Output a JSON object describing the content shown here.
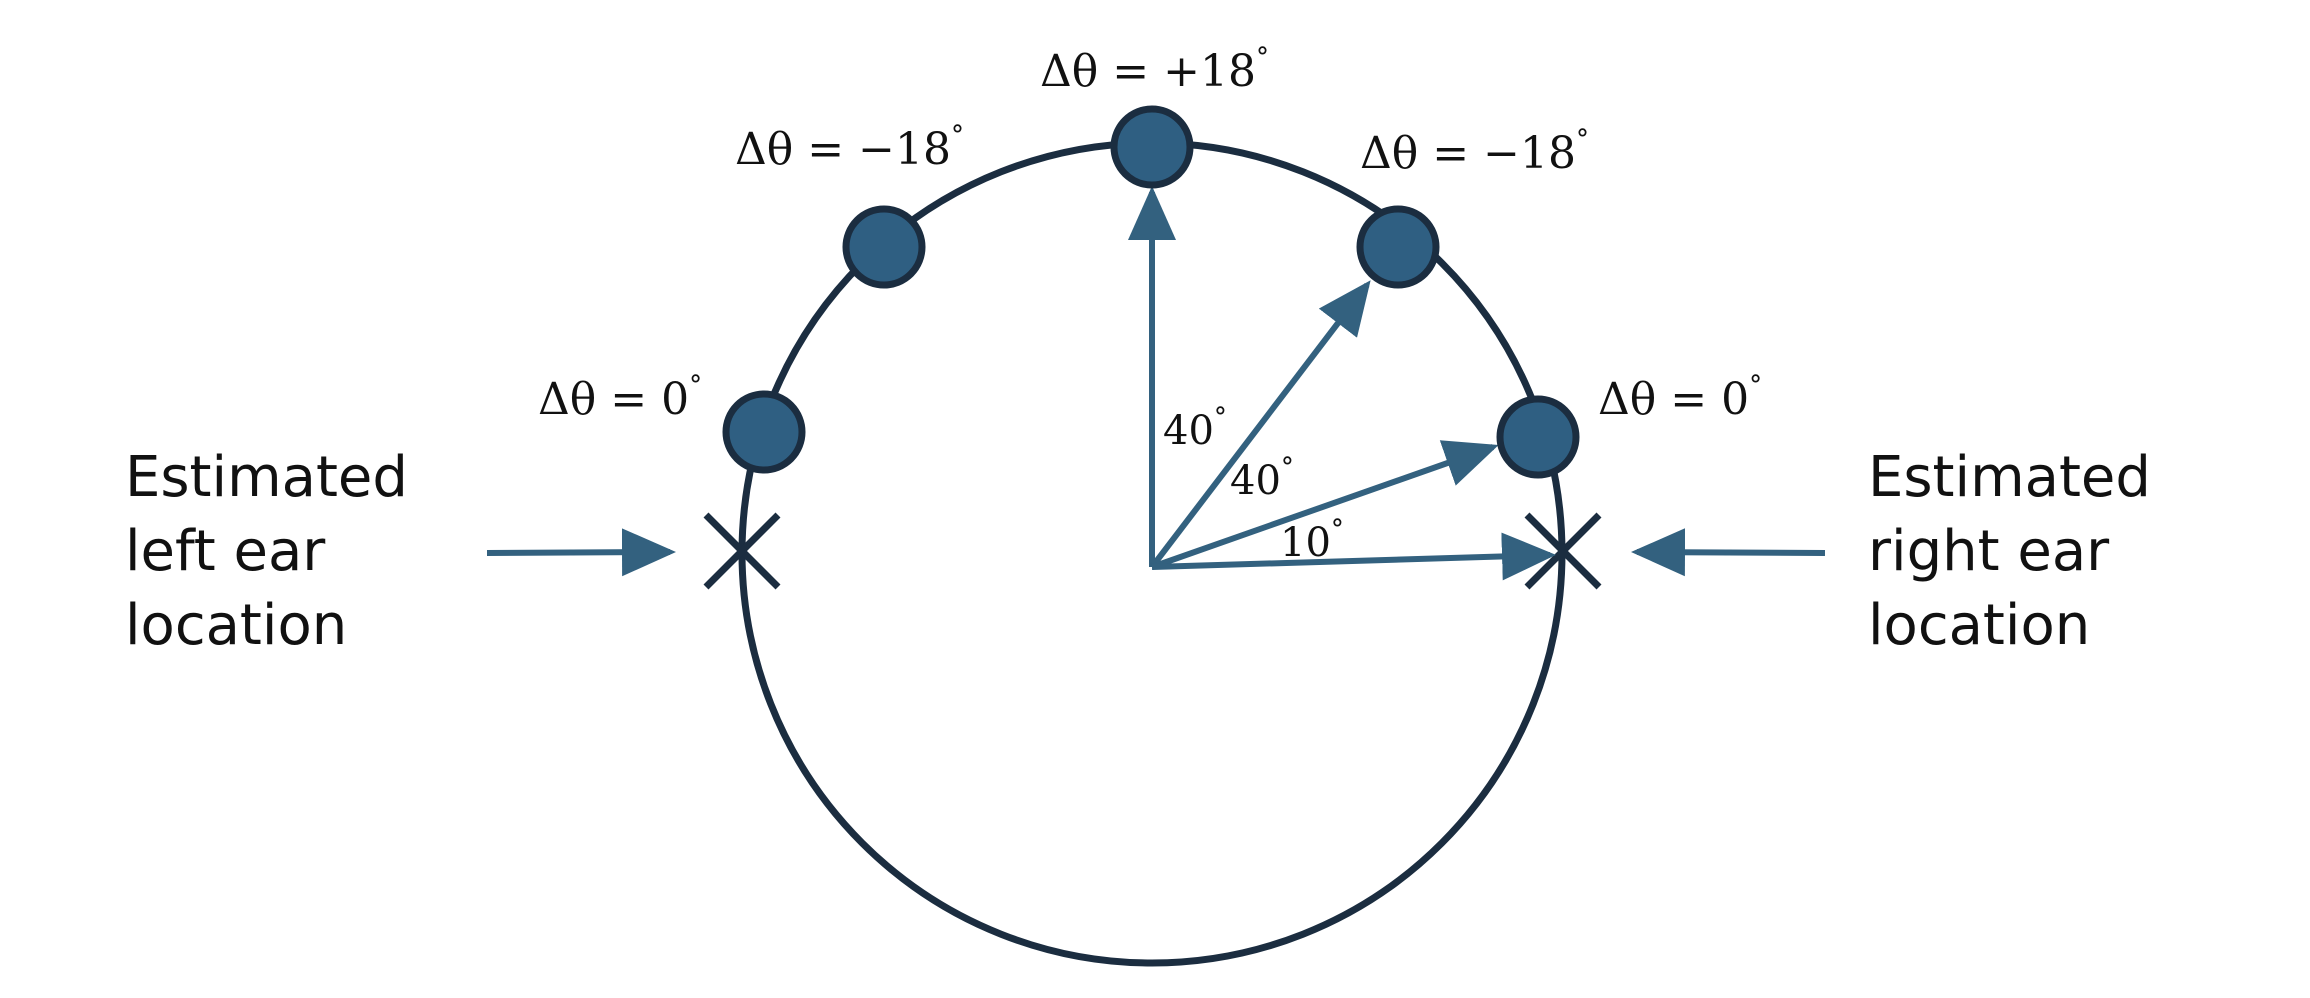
{
  "colors": {
    "circle": "#1b2d40",
    "marker_fill": "#2f5f82",
    "arrow": "#33617f",
    "cross": "#1b2d40",
    "text": "#111111"
  },
  "markers": [
    {
      "id": "top",
      "label": "Δθ = +18",
      "deg": "°"
    },
    {
      "id": "upper-left",
      "label": "Δθ = −18",
      "deg": "°"
    },
    {
      "id": "upper-right",
      "label": "Δθ = −18",
      "deg": "°"
    },
    {
      "id": "left",
      "label": "Δθ = 0",
      "deg": "°"
    },
    {
      "id": "right",
      "label": "Δθ = 0",
      "deg": "°"
    }
  ],
  "angles": [
    {
      "value": "40",
      "deg": "°"
    },
    {
      "value": "40",
      "deg": "°"
    },
    {
      "value": "10",
      "deg": "°"
    }
  ],
  "left_label": [
    "Estimated",
    "left ear",
    "location"
  ],
  "right_label": [
    "Estimated",
    "right ear",
    "location"
  ]
}
